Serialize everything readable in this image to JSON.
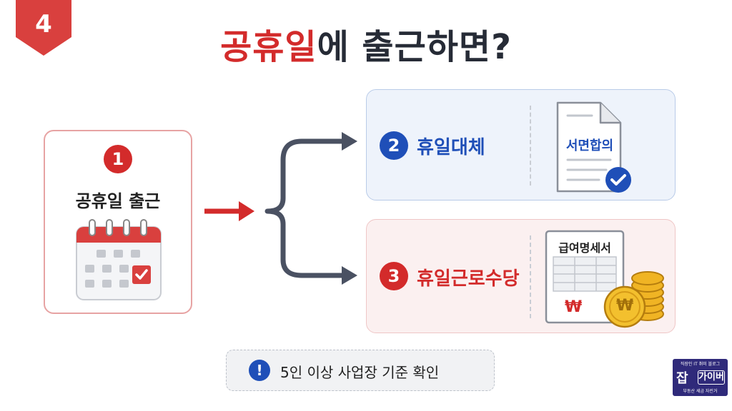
{
  "step_badge": "4",
  "title": {
    "highlight": "공휴일",
    "rest": "에 출근하면?"
  },
  "left_card": {
    "number": "1",
    "label": "공휴일 출근"
  },
  "option_substitute": {
    "number": "2",
    "label": "휴일대체",
    "doc_label": "서면합의"
  },
  "option_allowance": {
    "number": "3",
    "label": "휴일근로수당",
    "doc_label": "급여명세서",
    "currency_symbol": "₩"
  },
  "note": {
    "icon": "!",
    "text": "5인 이상 사업장 기준 확인"
  },
  "logo": {
    "top": "직장인 IT 취미 블로그",
    "main": "잡",
    "box": "가이버",
    "sub": "부동산 세금 자린거"
  },
  "colors": {
    "red": "#d32b2b",
    "blue": "#1f4fb8",
    "dark": "#262b36",
    "connector": "#4a5162"
  },
  "icons": [
    "calendar-icon",
    "document-icon",
    "check-icon",
    "payslip-icon",
    "coin-stack-icon",
    "exclamation-icon"
  ]
}
